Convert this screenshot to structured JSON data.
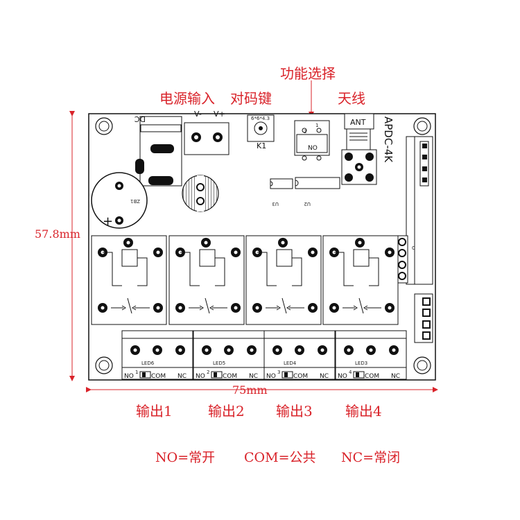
{
  "labels": {
    "function_select": "功能选择",
    "power_input": "电源输入",
    "pair_key": "对码键",
    "antenna": "天线",
    "width_dim": "75mm",
    "height_dim": "57.8mm",
    "outputs": [
      "输出1",
      "输出2",
      "输出3",
      "输出4"
    ],
    "legend": [
      "NO=常开",
      "COM=公共",
      "NC=常闭"
    ]
  },
  "board": {
    "model": "APDC-4K",
    "dc": "DC",
    "v_minus": "V-",
    "v_plus": "V+",
    "k1": "K1",
    "k1_code": "6*6*4.3",
    "ant": "ANT",
    "no": "NO",
    "sw_1": "1",
    "sw_2": "2",
    "u3": "U3",
    "u2": "U2",
    "zb": "ZB1",
    "plus": "+",
    "c": "C",
    "terminals": [
      {
        "led": "LED6",
        "no": "NO",
        "num": "1",
        "com": "COM",
        "nc": "NC"
      },
      {
        "led": "LED5",
        "no": "NO",
        "num": "2",
        "com": "COM",
        "nc": "NC"
      },
      {
        "led": "LED4",
        "no": "NO",
        "num": "3",
        "com": "COM",
        "nc": "NC"
      },
      {
        "led": "LED3",
        "no": "NO",
        "num": "4",
        "com": "COM",
        "nc": "NC"
      }
    ]
  },
  "colors": {
    "annotation": "#d9232a",
    "outline": "#111111"
  }
}
